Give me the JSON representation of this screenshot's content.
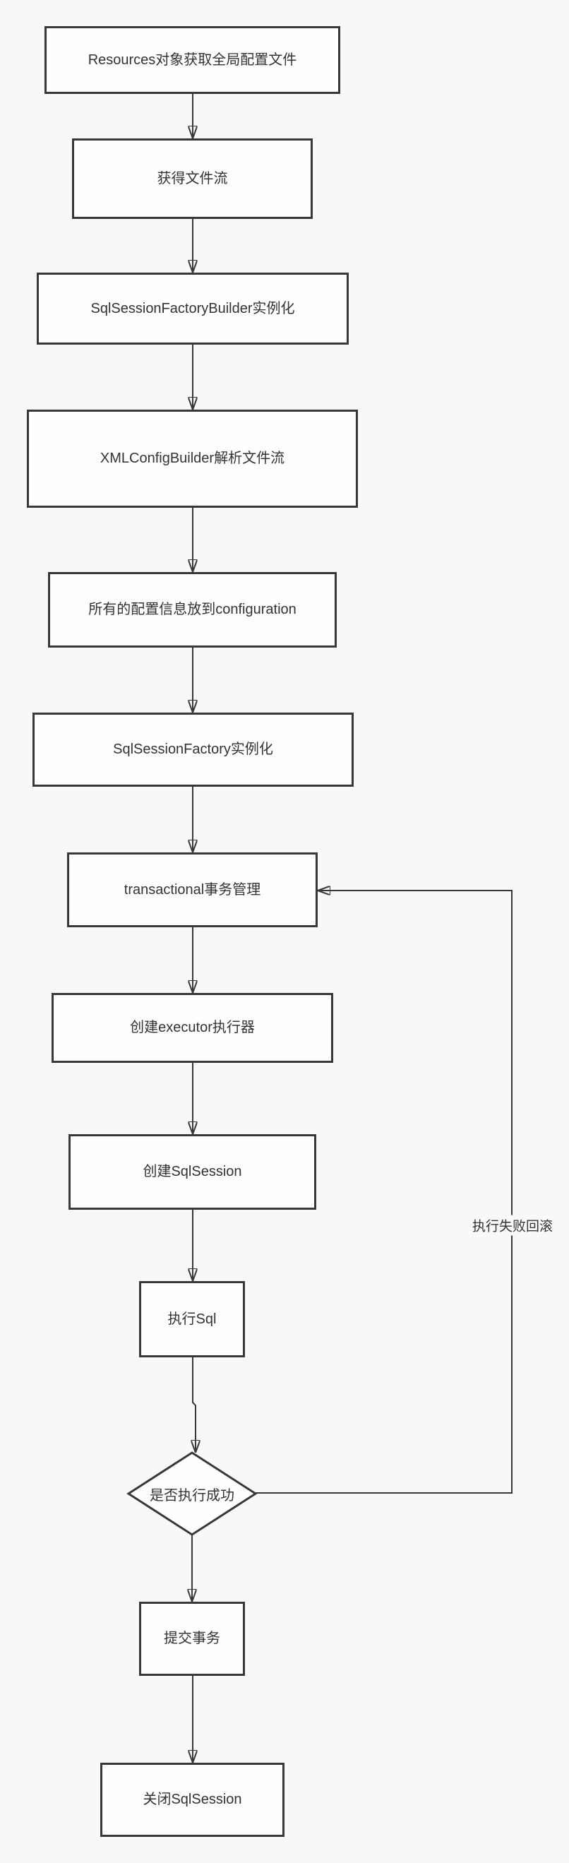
{
  "style": {
    "background": "#f8f8f8",
    "node_fill": "#fefefe",
    "stroke_color": "#383838",
    "text_color": "#333333"
  },
  "nodes": [
    {
      "id": "n1",
      "type": "process",
      "label": "Resources对象获取全局配置文件"
    },
    {
      "id": "n2",
      "type": "process",
      "label": "获得文件流"
    },
    {
      "id": "n3",
      "type": "process",
      "label": "SqlSessionFactoryBuilder实例化"
    },
    {
      "id": "n4",
      "type": "process",
      "label": "XMLConfigBuilder解析文件流"
    },
    {
      "id": "n5",
      "type": "process",
      "label": "所有的配置信息放到configuration"
    },
    {
      "id": "n6",
      "type": "process",
      "label": "SqlSessionFactory实例化"
    },
    {
      "id": "n7",
      "type": "process",
      "label": "transactional事务管理"
    },
    {
      "id": "n8",
      "type": "process",
      "label": "创建executor执行器"
    },
    {
      "id": "n9",
      "type": "process",
      "label": "创建SqlSession"
    },
    {
      "id": "n10",
      "type": "process",
      "label": "执行Sql"
    },
    {
      "id": "n11",
      "type": "decision",
      "label": "是否执行成功"
    },
    {
      "id": "n12",
      "type": "process",
      "label": "提交事务"
    },
    {
      "id": "n13",
      "type": "process",
      "label": "关闭SqlSession"
    }
  ],
  "edges": [
    {
      "from": "n1",
      "to": "n2",
      "label": ""
    },
    {
      "from": "n2",
      "to": "n3",
      "label": ""
    },
    {
      "from": "n3",
      "to": "n4",
      "label": ""
    },
    {
      "from": "n4",
      "to": "n5",
      "label": ""
    },
    {
      "from": "n5",
      "to": "n6",
      "label": ""
    },
    {
      "from": "n6",
      "to": "n7",
      "label": ""
    },
    {
      "from": "n7",
      "to": "n8",
      "label": ""
    },
    {
      "from": "n8",
      "to": "n9",
      "label": ""
    },
    {
      "from": "n9",
      "to": "n10",
      "label": ""
    },
    {
      "from": "n10",
      "to": "n11",
      "label": ""
    },
    {
      "from": "n11",
      "to": "n12",
      "label": ""
    },
    {
      "from": "n12",
      "to": "n13",
      "label": ""
    },
    {
      "from": "n11",
      "to": "n7",
      "label": "执行失败回滚"
    }
  ]
}
